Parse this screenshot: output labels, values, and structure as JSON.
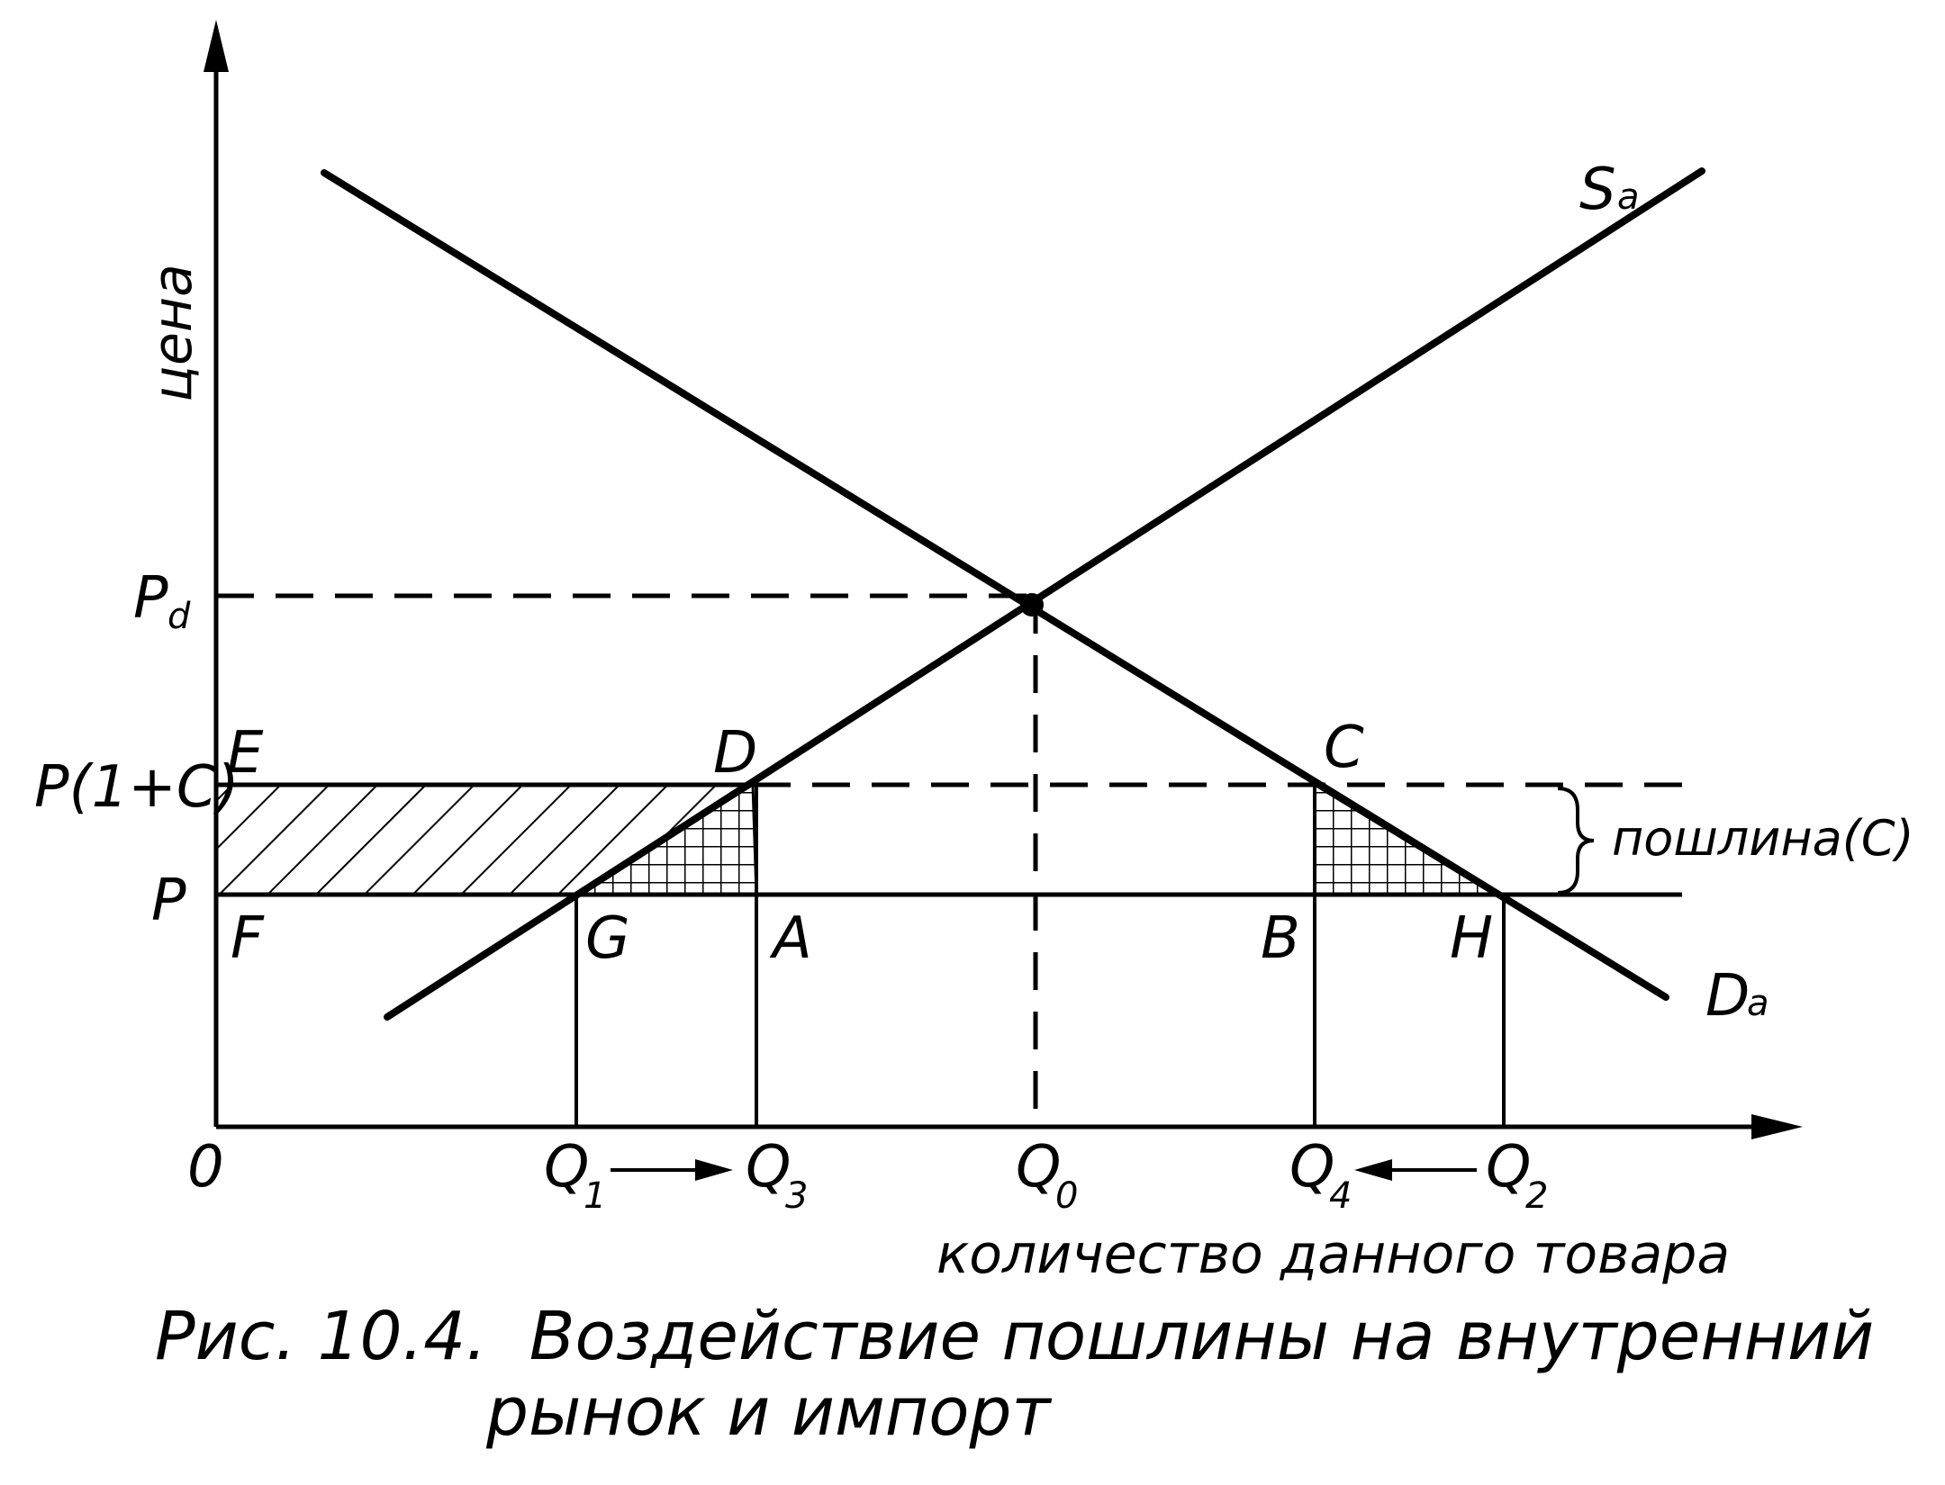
{
  "axes": {
    "y_title": "цена",
    "x_title": "количество данного товара",
    "origin": "0"
  },
  "price_labels": {
    "pd": "Pd",
    "p_tariff": "P(1+C)",
    "p_world": "P"
  },
  "quantity_labels": {
    "q1": "Q1",
    "q3": "Q3",
    "q0": "Q0",
    "q4": "Q4",
    "q2": "Q2"
  },
  "curves": {
    "supply": "Sa",
    "demand": "Da"
  },
  "points": {
    "e": "E",
    "f": "F",
    "d": "D",
    "g": "G",
    "a": "A",
    "c": "C",
    "b": "B",
    "h": "H"
  },
  "tariff_label": "пошлина(C)",
  "caption": {
    "line1": "Рис. 10.4.  Воздействие пошлины на внутренний",
    "line2": "рынок и импорт"
  }
}
